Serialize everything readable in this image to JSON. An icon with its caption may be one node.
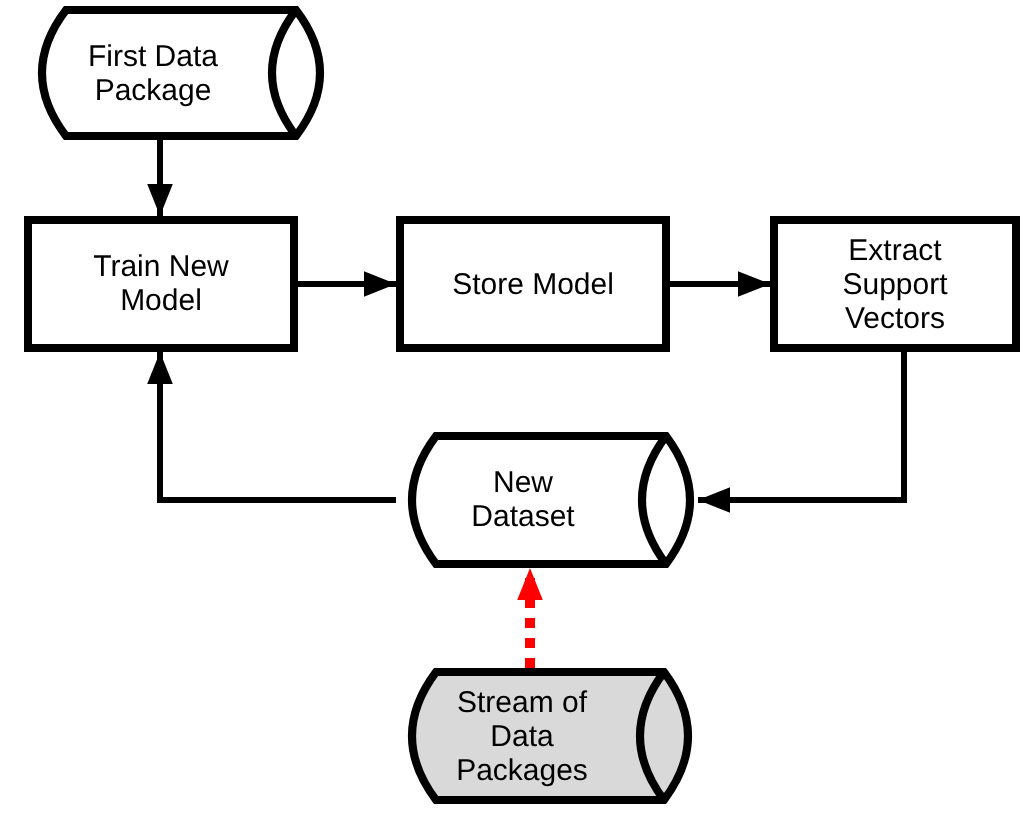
{
  "diagram": {
    "nodes": [
      {
        "text": [
          "First Data Package"
        ]
      },
      {
        "text": [
          "Train New Model"
        ]
      },
      {
        "text": [
          "Store Model"
        ]
      },
      {
        "text": [
          "Extract Support Vectors"
        ]
      },
      {
        "text": [
          "New Dataset"
        ]
      },
      {
        "text": [
          "Stream of Data Packages"
        ]
      }
    ],
    "edges": [
      {
        "from": 0,
        "to": 1,
        "arrow": "to"
      },
      {
        "from": 1,
        "to": 2,
        "arrow": "to"
      },
      {
        "from": 2,
        "to": 3,
        "arrow": "to"
      },
      {
        "from": 3,
        "to": 4,
        "arrow": "to"
      },
      {
        "from": 4,
        "to": 1,
        "arrow": "to"
      },
      {
        "from": 5,
        "to": 4,
        "arrow": "to",
        "style": "dashed",
        "color": "#ff0000"
      }
    ]
  }
}
